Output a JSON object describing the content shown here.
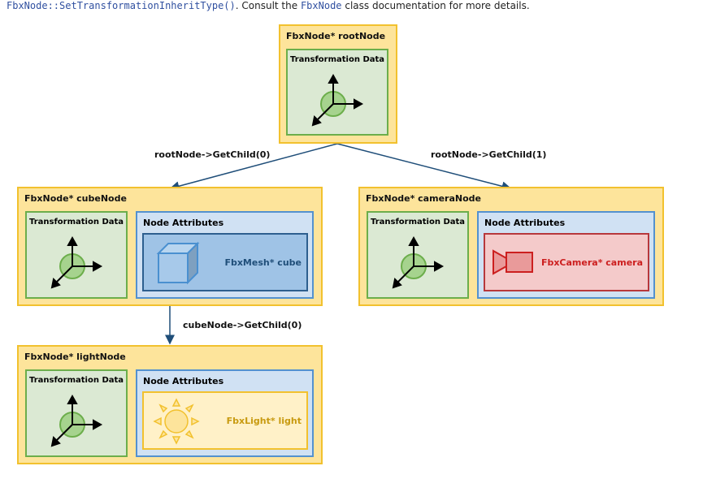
{
  "intro_text": {
    "code1": "FbxNode::SetTransformationInheritType()",
    "text1": ". Consult the ",
    "code2": "FbxNode",
    "text2": " class documentation for more details."
  },
  "nodes": {
    "root": {
      "title": "FbxNode* rootNode",
      "transform": "Transformation Data"
    },
    "cube": {
      "title": "FbxNode* cubeNode",
      "transform": "Transformation Data",
      "attributes": "Node Attributes",
      "attribute_label": "FbxMesh* cube"
    },
    "camera": {
      "title": "FbxNode* cameraNode",
      "transform": "Transformation Data",
      "attributes": "Node Attributes",
      "attribute_label": "FbxCamera* camera"
    },
    "light": {
      "title": "FbxNode* lightNode",
      "transform": "Transformation Data",
      "attributes": "Node Attributes",
      "attribute_label": "FbxLight* light"
    }
  },
  "edges": {
    "root_child0": "rootNode->GetChild(0)",
    "root_child1": "rootNode->GetChild(1)",
    "cube_child0": "cubeNode->GetChild(0)"
  },
  "colors": {
    "node": "#fde49b",
    "transform": "#dbe9d3",
    "attributes": "#d0e1f3",
    "mesh": "#9fc3e6",
    "camera": "#f4caca",
    "light": "#fff1c8",
    "edge": "#1f4e79"
  }
}
